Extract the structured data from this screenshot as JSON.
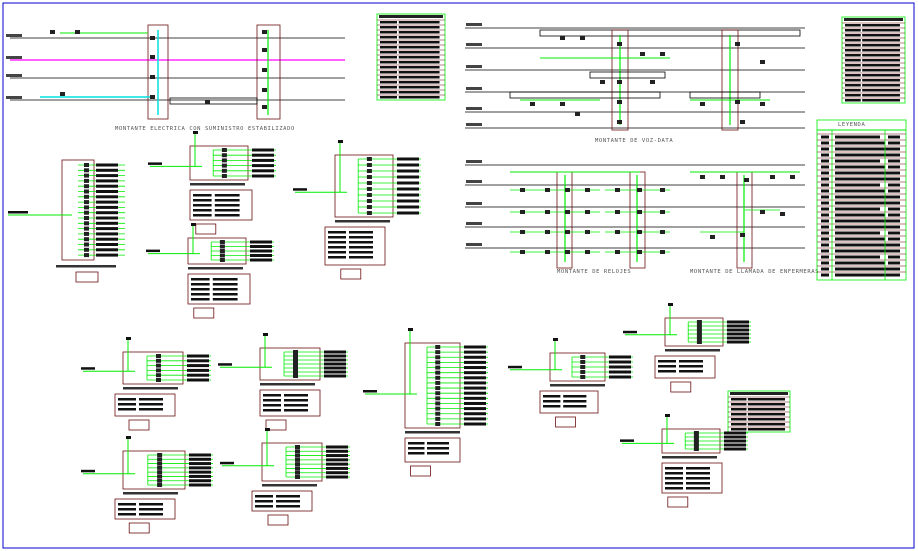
{
  "drawing": {
    "titles": {
      "electrical_riser": "MONTANTE ELECTRICA CON SUMINISTRO ESTABILIZADO",
      "voice_data_riser": "MONTANTE DE VOZ-DATA",
      "clock_riser": "MONTANTE DE RELOJES",
      "nurse_call_riser": "MONTANTE DE LLAMADA DE ENFERMERAS"
    },
    "legend": {
      "heading": "LEYENDA"
    },
    "colors": {
      "frame": "#0000cc",
      "wiring": "#00ee00",
      "panel_outline": "#6b0f0f",
      "riser_line": "#000000",
      "highlight_line_magenta": "#ff00ff",
      "highlight_line_cyan": "#00e0e0"
    }
  }
}
